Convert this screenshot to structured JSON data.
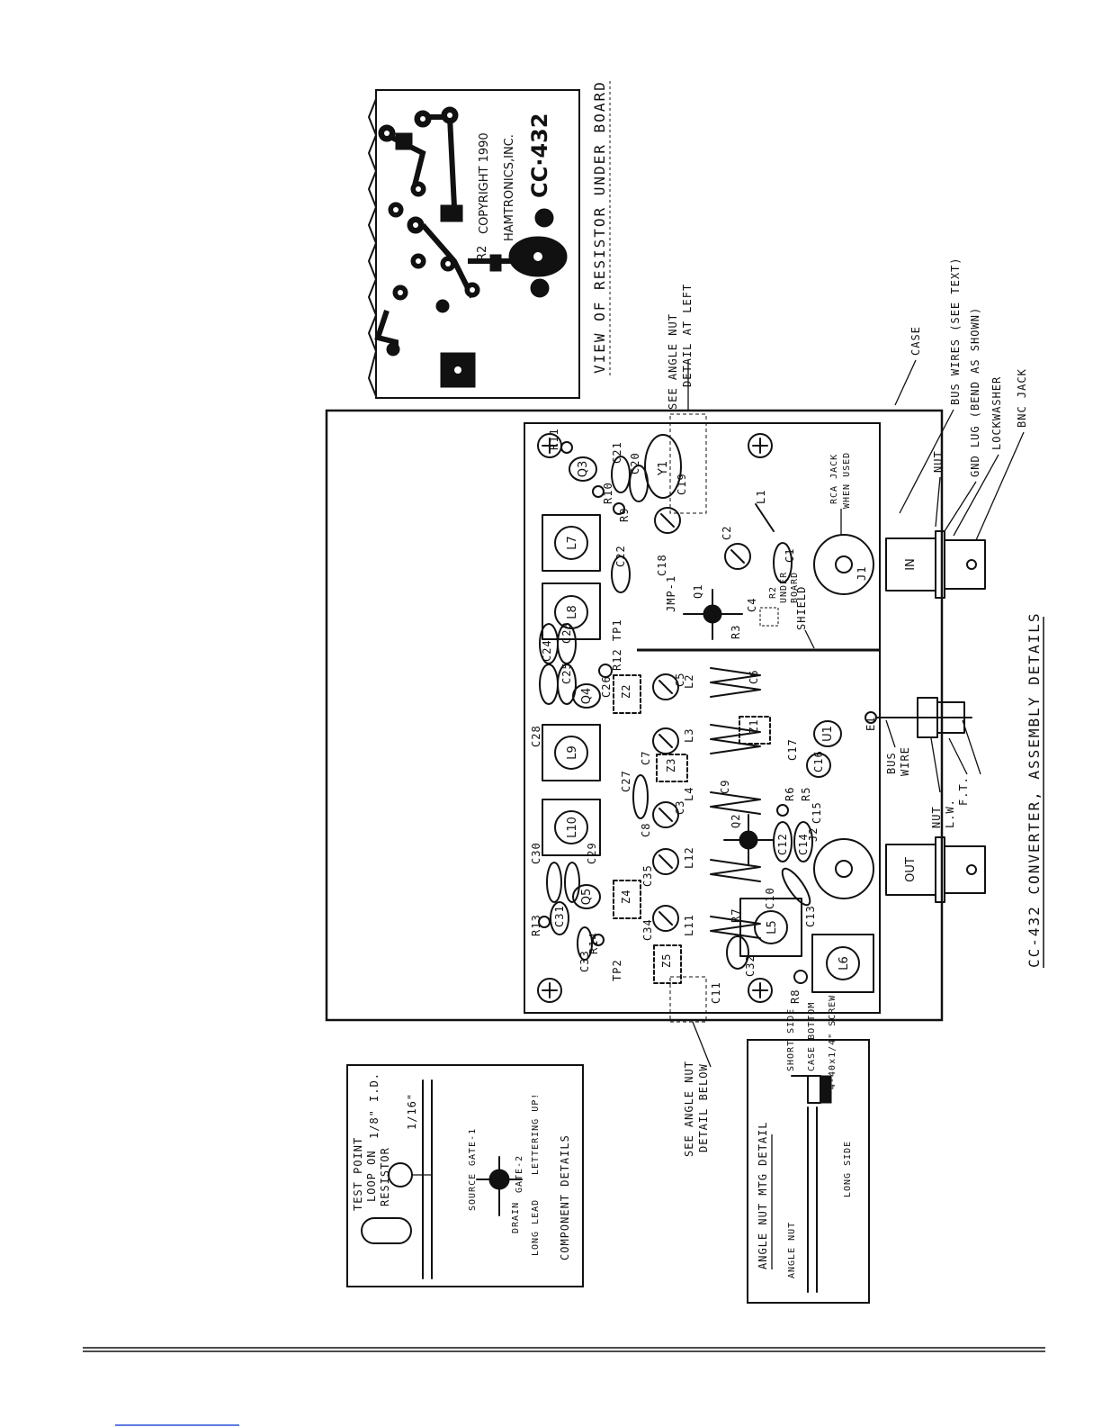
{
  "pcb_view": {
    "copyright": "COPYRIGHT 1990",
    "company": "HAMTRONICS,INC.",
    "model": "CC·432",
    "r2_label": "R2",
    "caption": "VIEW OF RESISTOR UNDER BOARD"
  },
  "callouts": {
    "angle_nut_left": [
      "SEE ANGLE NUT",
      "DETAIL AT LEFT"
    ],
    "angle_nut_below": [
      "SEE ANGLE NUT",
      "DETAIL BELOW"
    ],
    "case": "CASE",
    "bus_wires": "BUS WIRES (SEE TEXT)",
    "nut": "NUT",
    "gnd_lug": "GND LUG (BEND AS SHOWN)",
    "lockwasher": "LOCKWASHER",
    "bnc_jack": "BNC JACK",
    "rca_jack": [
      "RCA JACK",
      "WHEN USED"
    ],
    "shield": "SHIELD",
    "bus_wire": [
      "BUS",
      "WIRE"
    ],
    "feedthru": [
      "NUT",
      "L.W.",
      "F.T."
    ],
    "r2_under": [
      "R2",
      "UNDER",
      "BOARD"
    ],
    "jmp": "JMP-1",
    "tp1": "R12 TP1",
    "tp2": "TP2"
  },
  "components": {
    "inductors_square": [
      "L7",
      "L8",
      "L9",
      "L10",
      "L5",
      "L6"
    ],
    "transistors": [
      "Q3",
      "Q4",
      "Q5",
      "U1"
    ],
    "jacks": [
      "J1",
      "J2",
      "E1"
    ],
    "jack_labels": [
      "IN",
      "OUT"
    ],
    "crystal": "Y1",
    "caps": [
      "C21",
      "C20",
      "C19",
      "C22",
      "C18",
      "C2",
      "C1",
      "C23",
      "C24",
      "C25",
      "C26",
      "C28",
      "C27",
      "C7",
      "C8",
      "C9",
      "C17",
      "C16",
      "C30",
      "C29",
      "C31",
      "C35",
      "C34",
      "C33",
      "C32",
      "C11",
      "C10",
      "C12",
      "C14",
      "C15",
      "C13",
      "C3",
      "C4",
      "C5",
      "C6"
    ],
    "resistors": [
      "R11",
      "R10",
      "R9",
      "R13",
      "R14",
      "R7",
      "R8",
      "R6",
      "R5",
      "R3"
    ],
    "coils": [
      "L1",
      "L2",
      "L3",
      "L4",
      "L11",
      "L12"
    ],
    "chokes": [
      "Z1",
      "Z2",
      "Z3",
      "Z4",
      "Z5"
    ],
    "mosfets": [
      "Q1",
      "Q2"
    ]
  },
  "component_details": {
    "test_point": [
      "TEST POINT",
      "LOOP ON",
      "RESISTOR"
    ],
    "id_label": "1/8\" I.D.",
    "spacing_label": "1/16\"",
    "pin_labels": [
      "SOURCE",
      "GATE-1",
      "DRAIN",
      "GATE-2",
      "LONG LEAD",
      "LETTERING UP!"
    ],
    "title": "COMPONENT DETAILS"
  },
  "angle_nut_detail": {
    "title": "ANGLE NUT MTG DETAIL",
    "labels": [
      "SHORT SIDE",
      "CASE BOTTOM",
      "4-40x1/4\" SCREW",
      "ANGLE NUT",
      "LONG SIDE"
    ]
  },
  "main_caption": "CC-432 CONVERTER, ASSEMBLY DETAILS"
}
